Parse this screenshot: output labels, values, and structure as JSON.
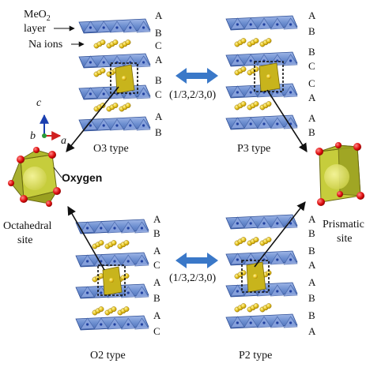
{
  "labels": {
    "meo2_layer": "MeO",
    "meo2_sub": "2",
    "layer": "layer",
    "na_ions": "Na ions",
    "oxygen": "Oxygen",
    "octahedral": "Octahedral",
    "octahedral_site": "site",
    "prismatic": "Prismatic",
    "prismatic_site": "site",
    "transform_top": "(1/3,2/3,0)",
    "transform_bottom": "(1/3,2/3,0)",
    "axis_c": "c",
    "axis_b": "b",
    "axis_a": "a"
  },
  "structures": {
    "o3": {
      "name": "O3 type",
      "stacking": [
        "A",
        "B",
        "C",
        "A",
        "B",
        "C",
        "A",
        "B"
      ]
    },
    "p3": {
      "name": "P3 type",
      "stacking": [
        "A",
        "B",
        "B",
        "C",
        "C",
        "A",
        "A",
        "B"
      ]
    },
    "o2": {
      "name": "O2 type",
      "stacking": [
        "A",
        "B",
        "A",
        "C",
        "A",
        "B",
        "A",
        "C"
      ]
    },
    "p2": {
      "name": "P2 type",
      "stacking": [
        "A",
        "B",
        "B",
        "A",
        "A",
        "B",
        "B",
        "A"
      ]
    }
  },
  "colors": {
    "layer_blue": "#6d8fd0",
    "layer_dark": "#3e5fa8",
    "na_yellow": "#e6c21a",
    "site_yellow": "#c8b41c",
    "oxygen_red": "#e01010",
    "arrow_blue": "#3a78c8"
  }
}
